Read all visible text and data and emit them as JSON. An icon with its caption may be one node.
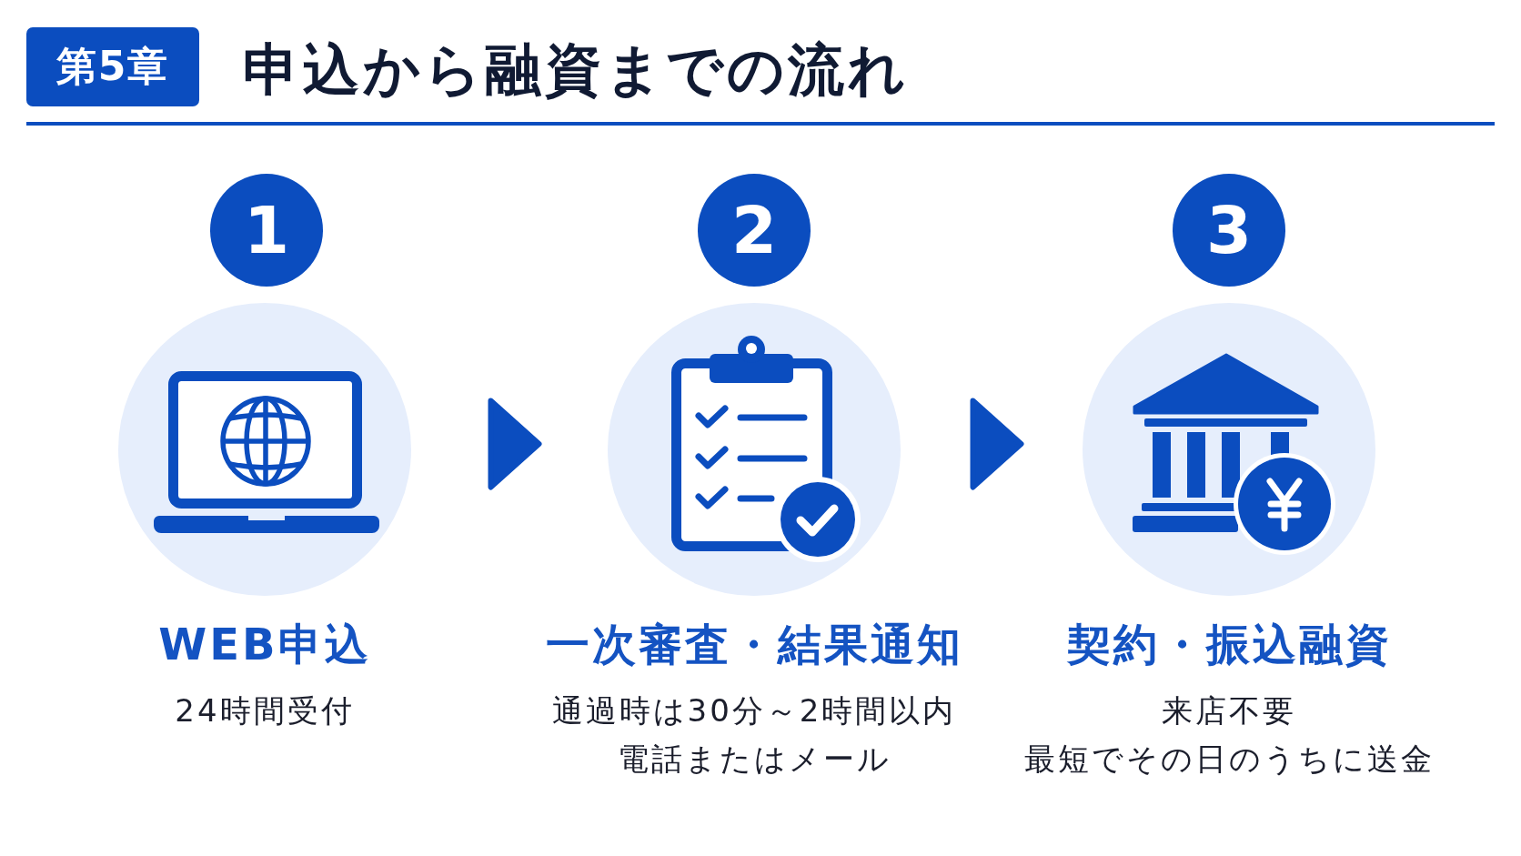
{
  "diagram": {
    "title": "申込から融資までの流れ",
    "nodes": [
      {
        "text": [
          "第5章"
        ]
      },
      {
        "text": [
          "1"
        ]
      },
      {
        "text": [],
        "shape": "circle",
        "beside": [
          "WEB申込",
          "24時間受付"
        ]
      },
      {
        "text": [
          "2"
        ]
      },
      {
        "text": [],
        "shape": "circle",
        "beside": [
          "一次審査・結果通知",
          "通過時は30分～2時間以内",
          "電話またはメール"
        ]
      },
      {
        "text": [
          "3"
        ]
      },
      {
        "text": [],
        "shape": "circle",
        "beside": [
          "契約・振込融資",
          "来店不要",
          "最短でその日のうちに送金"
        ]
      }
    ],
    "edges": [
      {
        "from": 2,
        "to": 4,
        "arrow": "to"
      },
      {
        "from": 4,
        "to": 6,
        "arrow": "to"
      }
    ]
  }
}
